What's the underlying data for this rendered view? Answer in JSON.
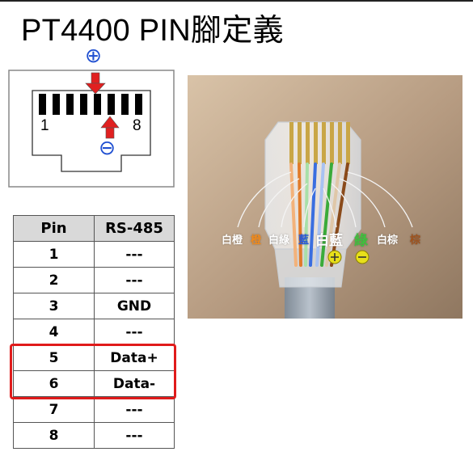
{
  "title": "PT4400 PIN腳定義",
  "diagram": {
    "plus_symbol": "⊕",
    "minus_symbol": "⊖",
    "pin_first": "1",
    "pin_last": "8"
  },
  "table": {
    "headers": [
      "Pin",
      "RS-485"
    ],
    "rows": [
      {
        "pin": "1",
        "signal": "---"
      },
      {
        "pin": "2",
        "signal": "---"
      },
      {
        "pin": "3",
        "signal": "GND"
      },
      {
        "pin": "4",
        "signal": "---"
      },
      {
        "pin": "5",
        "signal": "Data+"
      },
      {
        "pin": "6",
        "signal": "Data-"
      },
      {
        "pin": "7",
        "signal": "---"
      },
      {
        "pin": "8",
        "signal": "---"
      }
    ]
  },
  "photo": {
    "wire_labels": [
      {
        "text": "白橙",
        "color": "#ffffff"
      },
      {
        "text": "橙",
        "color": "#f08a1c"
      },
      {
        "text": "白綠",
        "color": "#ffffff"
      },
      {
        "text": "藍",
        "color": "#2a5bd8"
      },
      {
        "text": "白藍",
        "color": "#ffffff"
      },
      {
        "text": "綠",
        "color": "#3ec23e"
      },
      {
        "text": "白棕",
        "color": "#ffffff"
      },
      {
        "text": "棕",
        "color": "#a0521c"
      }
    ]
  },
  "colors": {
    "arrow_red": "#e02020",
    "highlight_red": "#e01b1b",
    "symbol_blue": "#1f4fd1",
    "header_gray": "#d9d9d9",
    "marker_yellow": "#e8e01a"
  }
}
